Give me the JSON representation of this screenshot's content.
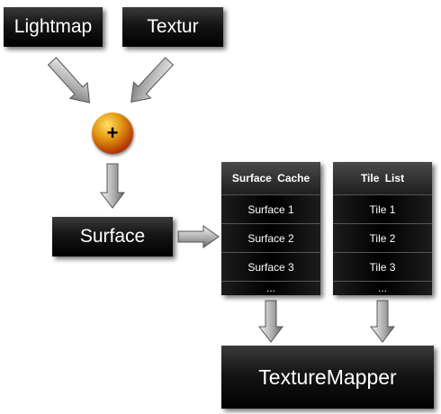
{
  "inputs": {
    "lightmap": "Lightmap",
    "textur": "Textur"
  },
  "combine_symbol": "+",
  "surface": "Surface",
  "surface_cache": {
    "header": "Surface Cache",
    "items": [
      "Surface 1",
      "Surface 2",
      "Surface 3",
      "..."
    ]
  },
  "tile_list": {
    "header": "Tile List",
    "items": [
      "Tile 1",
      "Tile 2",
      "Tile 3",
      "..."
    ]
  },
  "output": "TextureMapper",
  "colors": {
    "box_dark": "#000000",
    "arrow_light": "#f2f2f2",
    "arrow_dark": "#6e6e6e",
    "sphere_orange": "#e59b12"
  }
}
